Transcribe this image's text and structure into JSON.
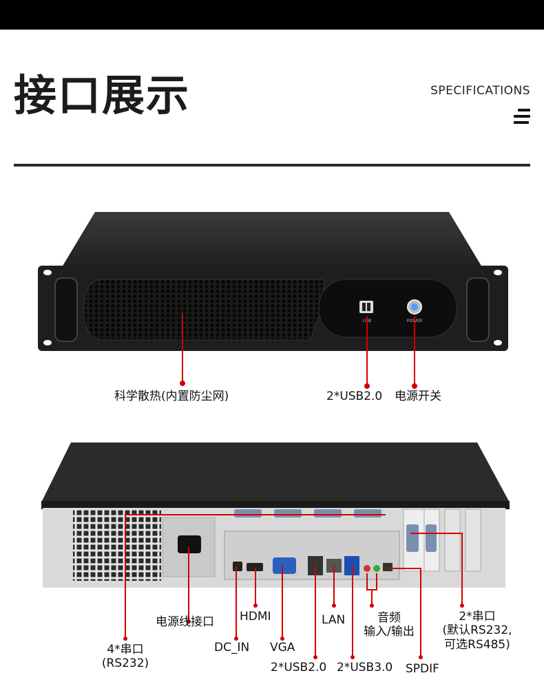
{
  "header": {
    "title": "接口展示",
    "subtitle": "SPECIFICATIONS"
  },
  "front_panel": {
    "usb_caption": "USB",
    "power_caption": "POWER",
    "callouts": [
      {
        "id": "vent",
        "text": "科学散热(内置防尘网)"
      },
      {
        "id": "usb",
        "text": "2*USB2.0"
      },
      {
        "id": "power",
        "text": "电源开关"
      }
    ]
  },
  "rear_panel": {
    "callouts": [
      {
        "id": "power-socket",
        "text": "电源线接口"
      },
      {
        "id": "hdmi",
        "text": "HDMI"
      },
      {
        "id": "lan",
        "text": "LAN"
      },
      {
        "id": "audio",
        "line1": "音频",
        "line2": "输入/输出"
      },
      {
        "id": "serial-2",
        "line1": "2*串口",
        "line2": "(默认RS232,",
        "line3": "可选RS485)"
      },
      {
        "id": "serial-4",
        "line1": "4*串口",
        "line2": "(RS232)"
      },
      {
        "id": "dc-in",
        "text": "DC_IN"
      },
      {
        "id": "vga",
        "text": "VGA"
      },
      {
        "id": "usb2",
        "text": "2*USB2.0"
      },
      {
        "id": "usb3",
        "text": "2*USB3.0"
      },
      {
        "id": "spdif",
        "text": "SPDIF"
      }
    ]
  },
  "colors": {
    "leader": "#d40000",
    "chassis": "#1e1e1e",
    "rear_plate": "#d9d9d9"
  }
}
